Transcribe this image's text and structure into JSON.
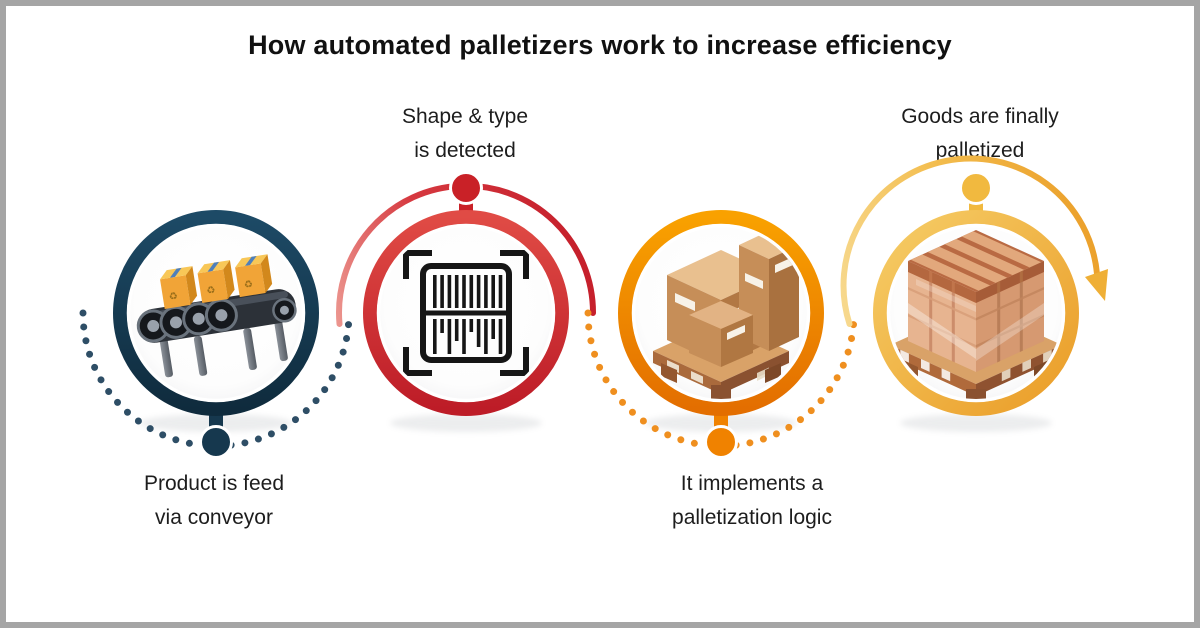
{
  "frame": {
    "border_color": "#a5a5a5",
    "background": "#ffffff"
  },
  "title": "How automated palletizers work to increase efficiency",
  "steps": [
    {
      "id": 1,
      "label": "Product is feed\nvia conveyor",
      "label_position": "below",
      "accent_color": "#16384e",
      "dot_color": "#2e4e66",
      "icon": "conveyor-boxes-icon",
      "connector": "dotted-arc-bottom"
    },
    {
      "id": 2,
      "label": "Shape & type\nis detected",
      "label_position": "above",
      "accent_color": "#c92127",
      "arc_color": "#d22a33",
      "icon": "barcode-scan-icon",
      "connector": "solid-arc-top"
    },
    {
      "id": 3,
      "label": "It implements a\npalletization logic",
      "label_position": "below",
      "accent_color": "#f08200",
      "dot_color": "#ef8f1f",
      "icon": "boxes-on-pallet-icon",
      "connector": "dotted-arc-bottom"
    },
    {
      "id": 4,
      "label": "Goods are finally\npalletized",
      "label_position": "above",
      "accent_color": "#f1b93f",
      "arc_color": "#f0b03a",
      "icon": "wrapped-pallet-icon",
      "connector": "solid-arc-top-arrow"
    }
  ]
}
